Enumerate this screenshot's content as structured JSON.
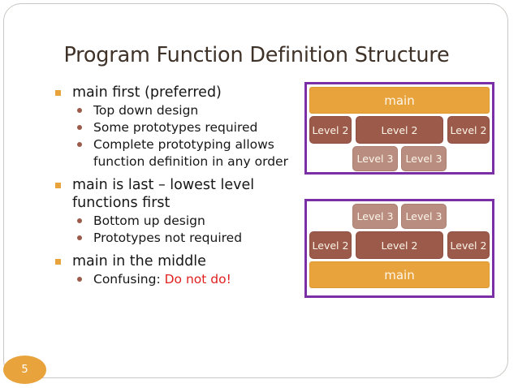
{
  "slide": {
    "title": "Program Function Definition Structure",
    "page_number": "5"
  },
  "bullets": [
    {
      "level": 1,
      "text": "main first (preferred)",
      "bullet_glyph": "square",
      "children": [
        {
          "level": 2,
          "text": "Top down design",
          "bullet_glyph": "dot"
        },
        {
          "level": 2,
          "text": "Some prototypes required",
          "bullet_glyph": "dot"
        },
        {
          "level": 2,
          "text": "Complete prototyping allows function definition in any order",
          "bullet_glyph": "dot"
        }
      ]
    },
    {
      "level": 1,
      "text": "main is last – lowest level functions first",
      "bullet_glyph": "square",
      "children": [
        {
          "level": 2,
          "text": "Bottom up design",
          "bullet_glyph": "dot"
        },
        {
          "level": 2,
          "text": "Prototypes not required",
          "bullet_glyph": "dot"
        }
      ]
    },
    {
      "level": 1,
      "text": "main in the middle",
      "bullet_glyph": "square",
      "children": [
        {
          "level": 2,
          "text_prefix": "Confusing: ",
          "text_emphasis": "Do not do!",
          "bullet_glyph": "dot",
          "emphasis_color": "#e02020"
        }
      ]
    }
  ],
  "diagrams": {
    "top": {
      "name": "main-first-structure",
      "rows": [
        {
          "kind": "main",
          "boxes": [
            {
              "label": "main"
            }
          ]
        },
        {
          "kind": "level2",
          "boxes": [
            {
              "label": "Level 2"
            },
            {
              "label": "Level 2"
            },
            {
              "label": "Level 2"
            }
          ]
        },
        {
          "kind": "level3",
          "boxes": [
            {
              "label": "Level 3"
            },
            {
              "label": "Level 3"
            }
          ]
        }
      ]
    },
    "bottom": {
      "name": "main-last-structure",
      "rows": [
        {
          "kind": "level3",
          "boxes": [
            {
              "label": "Level 3"
            },
            {
              "label": "Level 3"
            }
          ]
        },
        {
          "kind": "level2",
          "boxes": [
            {
              "label": "Level 2"
            },
            {
              "label": "Level 2"
            },
            {
              "label": "Level 2"
            }
          ]
        },
        {
          "kind": "main",
          "boxes": [
            {
              "label": "main"
            }
          ]
        }
      ]
    }
  },
  "colors": {
    "main_box": "#e8a33d",
    "level2_box": "#9c5a4b",
    "level3_box": "#b98d80",
    "frame_border": "#7a2fa4",
    "title_text": "#3f3228",
    "warning_text": "#e02020",
    "badge": "#e8a33d"
  }
}
